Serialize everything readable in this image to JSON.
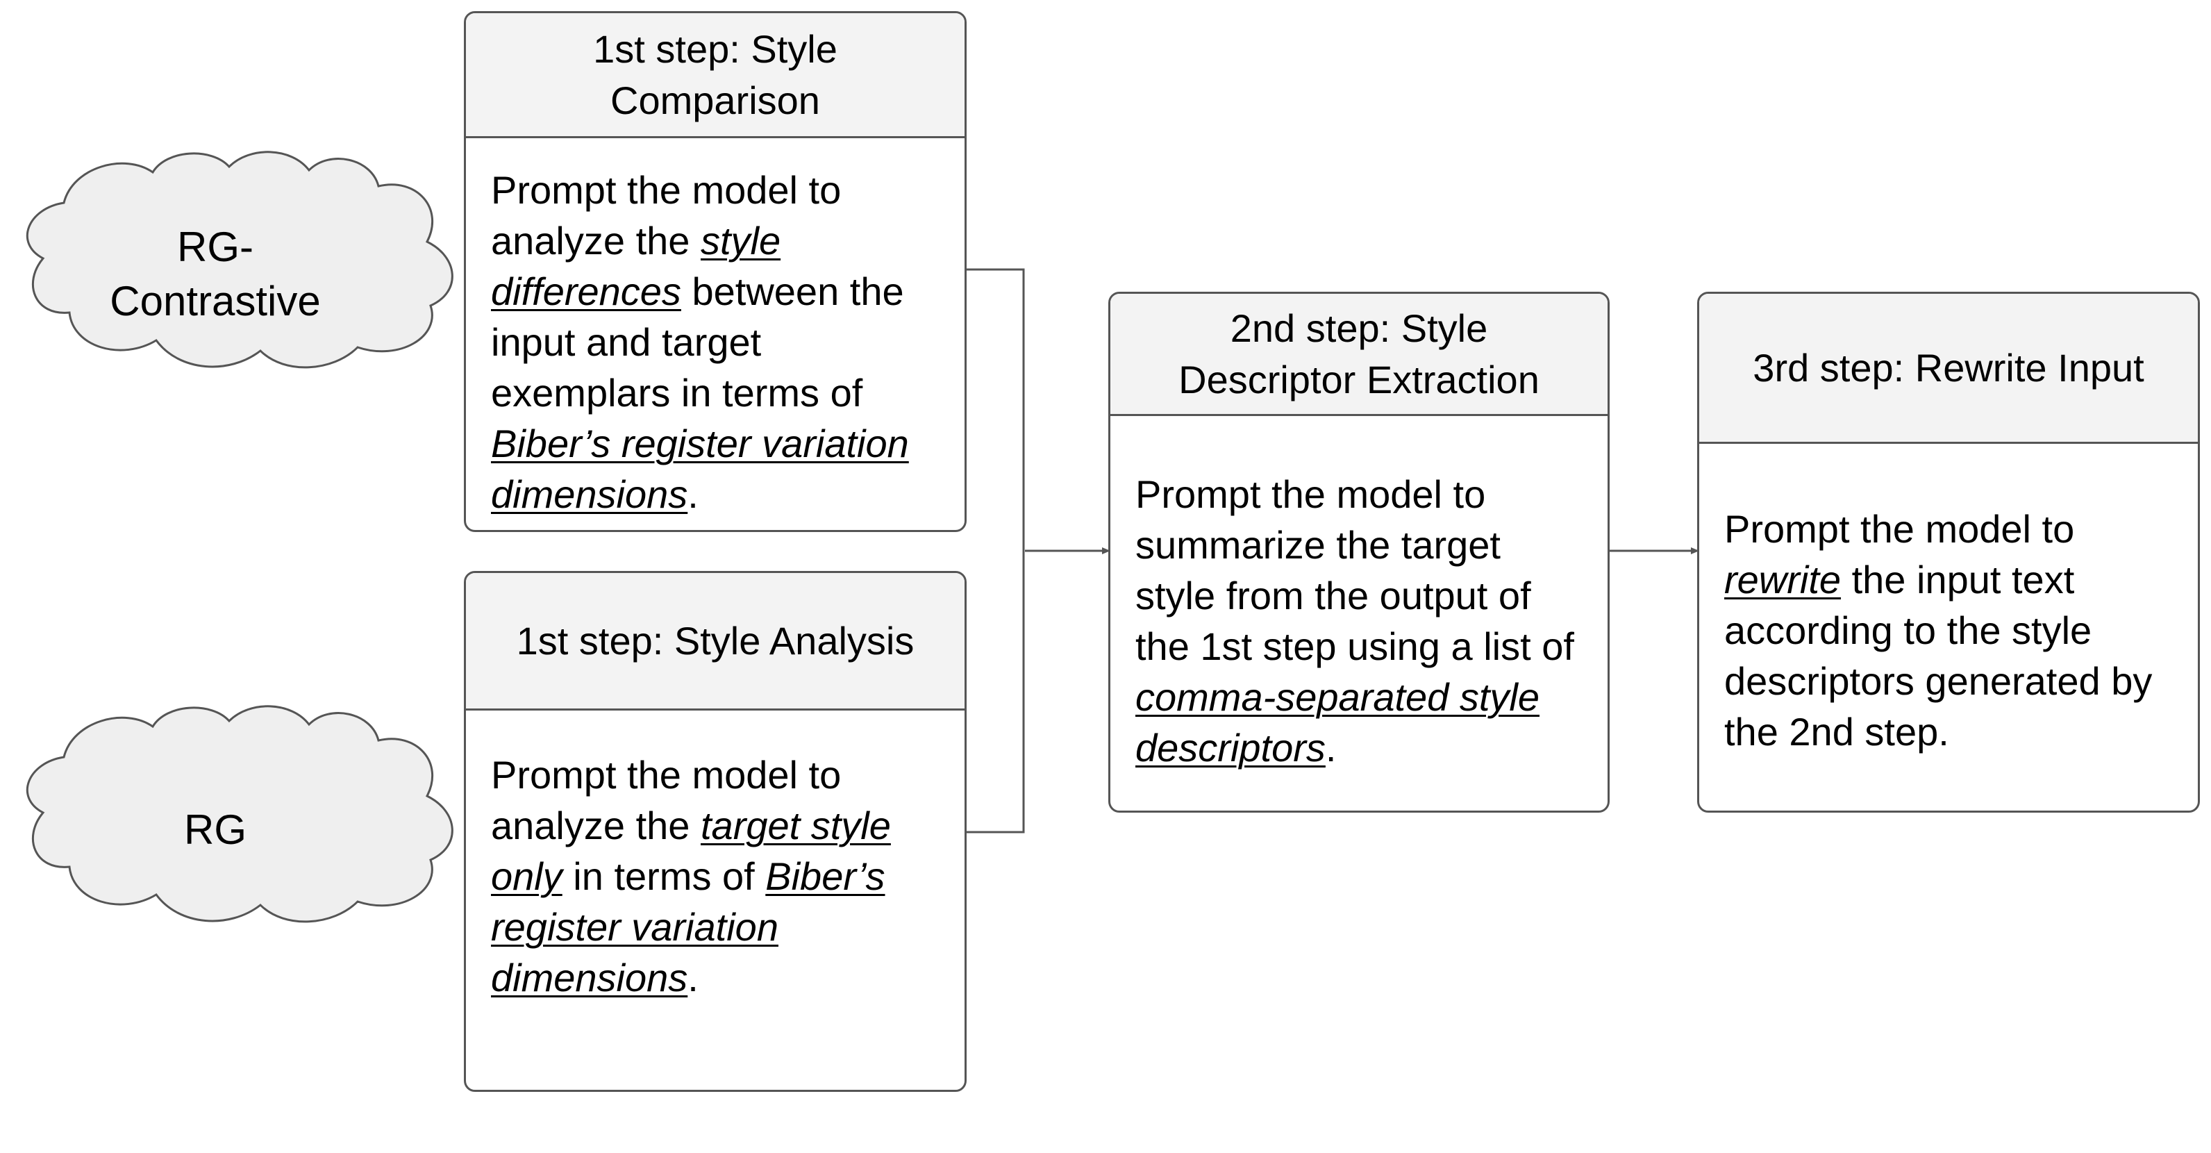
{
  "inputs": {
    "contrastive_label": "RG-Contrastive",
    "contrastive_label_lines": [
      "RG-",
      "Contrastive"
    ],
    "rg_label": "RG"
  },
  "step1_comparison": {
    "title": "1st step: Style Comparison",
    "title_lines": [
      "1st step: Style",
      "Comparison"
    ],
    "body": {
      "t1": "Prompt the model to analyze the ",
      "e1": "style differences",
      "t2": " between the input and target exemplars in terms of ",
      "e2": "Biber’s register variation dimensions",
      "t3": "."
    }
  },
  "step1_analysis": {
    "title": "1st step: Style Analysis",
    "body": {
      "t1": "Prompt the model to analyze the ",
      "e1": "target style only",
      "t2": " in terms of ",
      "e2": "Biber’s register variation dimensions",
      "t3": "."
    }
  },
  "step2": {
    "title": "2nd step: Style Descriptor Extraction",
    "title_lines": [
      "2nd step: Style",
      "Descriptor Extraction"
    ],
    "body": {
      "t1": "Prompt the model to summarize the target style from the output of the 1st step using a list of ",
      "e1": "comma-separated style descriptors",
      "t2": "."
    }
  },
  "step3": {
    "title": "3rd step: Rewrite Input",
    "body": {
      "t1": "Prompt the model to ",
      "e1": "rewrite",
      "t2": " the input text according to the style descriptors generated by the 2nd step."
    }
  },
  "colors": {
    "header_fill": "#f3f3f3",
    "cloud_fill": "#efefef",
    "stroke": "#555555",
    "text": "#000000"
  }
}
